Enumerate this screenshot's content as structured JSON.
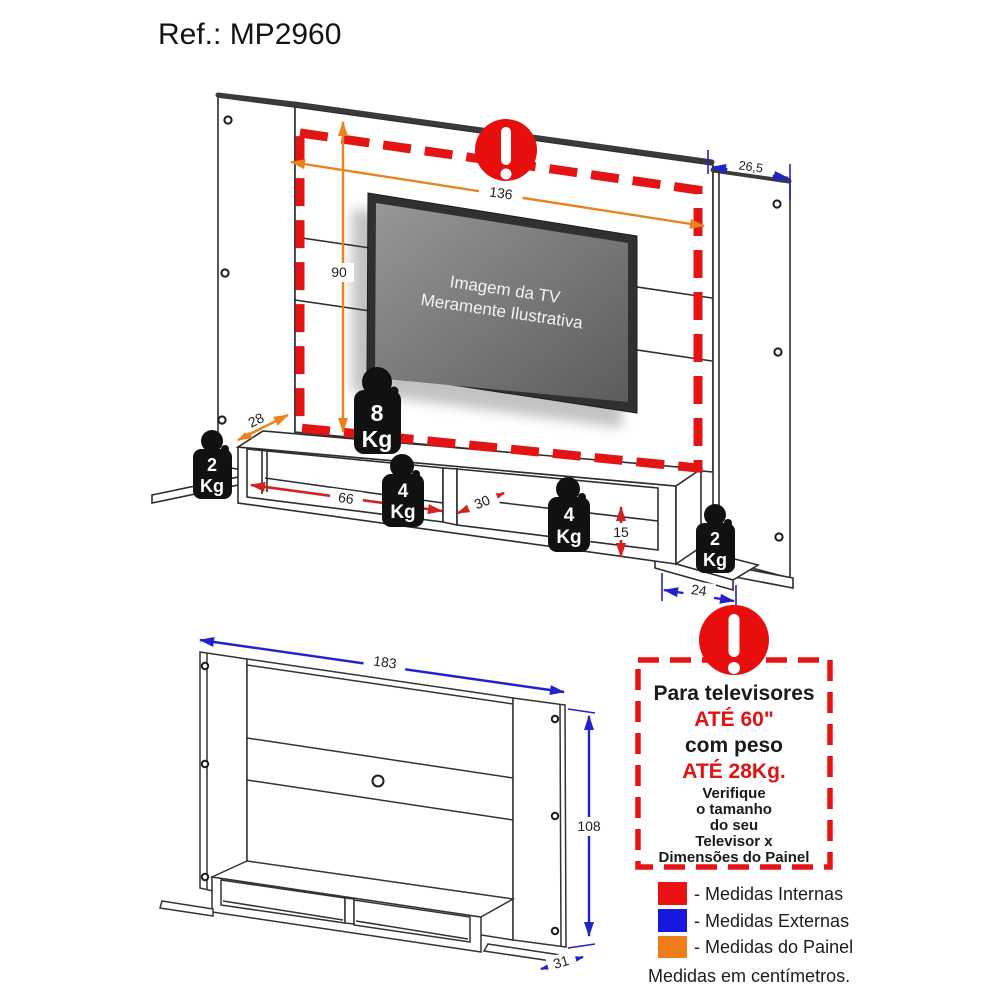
{
  "ref": "Ref.: MP2960",
  "tv": {
    "line1": "Imagem da TV",
    "line2": "Meramente Ilustrativa"
  },
  "dims": {
    "internal_width": "136",
    "internal_height": "90",
    "panel_top_depth": "28",
    "side_width": "26,5",
    "left_niche_width": "66",
    "right_niche_depth": "30",
    "niche_height": "15",
    "base_shelf_depth": "24",
    "total_width": "183",
    "total_height": "108",
    "total_depth": "31"
  },
  "weights": {
    "w8": {
      "value": "8",
      "unit": "Kg"
    },
    "w4a": {
      "value": "4",
      "unit": "Kg"
    },
    "w4b": {
      "value": "4",
      "unit": "Kg"
    },
    "w2l": {
      "value": "2",
      "unit": "Kg"
    },
    "w2r": {
      "value": "2",
      "unit": "Kg"
    }
  },
  "warning": {
    "line1": "Para televisores",
    "line2": "ATÉ 60\"",
    "line3": "com peso",
    "line4": "ATÉ 28Kg.",
    "line5": "Verifique",
    "line6": "o tamanho",
    "line7": "do seu",
    "line8": "Televisor x",
    "line9": "Dimensões do Painel"
  },
  "legend": {
    "internas": "- Medidas Internas",
    "externas": "- Medidas Externas",
    "painel": "- Medidas do Painel",
    "note": "Medidas em centímetros."
  },
  "colors": {
    "internal": "#ee1111",
    "external": "#1717e0",
    "panel": "#f07d1a"
  }
}
